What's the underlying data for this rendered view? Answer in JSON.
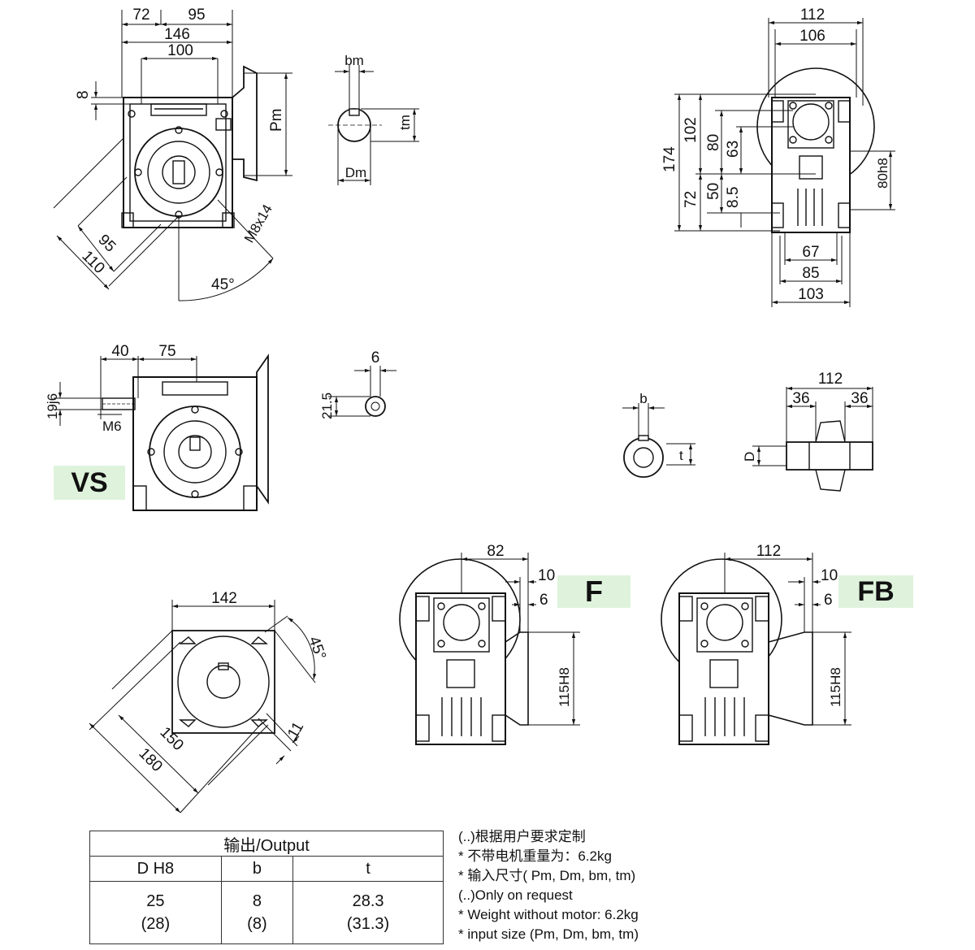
{
  "dimensions": {
    "top_left": {
      "d72": "72",
      "d95": "95",
      "d146": "146",
      "d100": "100",
      "d8": "8",
      "pm": "Pm",
      "d95b": "95",
      "d110": "110",
      "m8x14": "M8x14",
      "a45": "45°"
    },
    "shaft_input": {
      "bm": "bm",
      "tm": "tm",
      "dm": "Dm"
    },
    "top_right": {
      "d112": "112",
      "d106": "106",
      "d174": "174",
      "d102": "102",
      "d80": "80",
      "d63": "63",
      "d72": "72",
      "d50": "50",
      "d85h": "8.5",
      "d80h8": "80h8",
      "d67": "67",
      "d85": "85",
      "d103": "103"
    },
    "vs_view": {
      "d40": "40",
      "d75": "75",
      "d19j6": "19j6",
      "m6": "M6"
    },
    "vs_key": {
      "d6": "6",
      "d21_5": "21.5"
    },
    "output_key": {
      "b": "b",
      "t": "t"
    },
    "output_shaft": {
      "d112": "112",
      "d36a": "36",
      "d36b": "36",
      "d": "D"
    },
    "flange": {
      "d142": "142",
      "a45": "45°",
      "d150": "150",
      "d180": "180",
      "d11": "11"
    },
    "f_view": {
      "d82": "82",
      "d10": "10",
      "d6": "6",
      "d115h8": "115H8"
    },
    "fb_view": {
      "d112": "112",
      "d10": "10",
      "d6": "6",
      "d115h8": "115H8"
    }
  },
  "tags": {
    "vs": "VS",
    "f": "F",
    "fb": "FB"
  },
  "table": {
    "caption": "输出/Output",
    "headers": [
      "D H8",
      "b",
      "t"
    ],
    "rows": [
      [
        "25",
        "8",
        "28.3"
      ],
      [
        "(28)",
        "(8)",
        "(31.3)"
      ]
    ]
  },
  "notes": [
    "(..)根据用户要求定制",
    "* 不带电机重量为：6.2kg",
    "* 输入尺寸( Pm, Dm, bm, tm)",
    "(..)Only on request",
    "* Weight without motor: 6.2kg",
    "* input  size  (Pm, Dm, bm, tm)"
  ]
}
